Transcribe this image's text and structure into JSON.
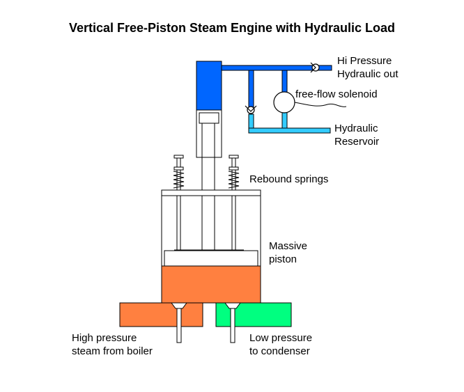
{
  "title": "Vertical Free-Piston Steam Engine with Hydraulic Load",
  "labels": {
    "hydraulic_out_1": "Hi Pressure",
    "hydraulic_out_2": "Hydraulic out",
    "solenoid": "free-flow solenoid",
    "reservoir_1": "Hydraulic",
    "reservoir_2": "Reservoir",
    "springs": "Rebound springs",
    "piston_1": "Massive",
    "piston_2": "piston",
    "steam_in_1": "High pressure",
    "steam_in_2": "steam from boiler",
    "steam_out_1": "Low pressure",
    "steam_out_2": "to condenser"
  },
  "colors": {
    "hydraulic_high": "#0066ff",
    "hydraulic_low": "#33ccff",
    "piston": "#ff8040",
    "steam_in_block": "#ff8040",
    "condenser_block": "#00ff80",
    "outline": "#000000"
  }
}
